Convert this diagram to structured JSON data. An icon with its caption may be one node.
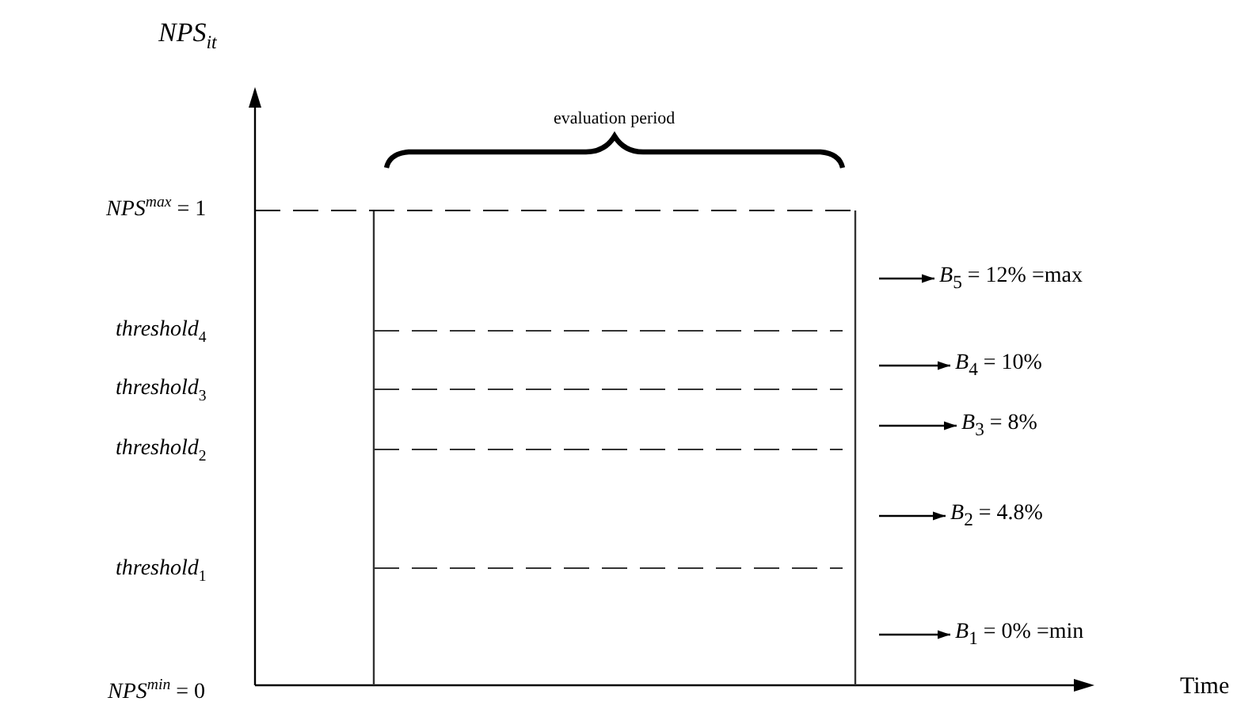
{
  "diagram": {
    "nodes": [
      {
        "text": [
          "*B*$_{5}$ = 12% =max"
        ]
      },
      {
        "text": [
          "*B*$_{4}$ = 10%"
        ]
      },
      {
        "text": [
          "*B*$_{3}$ = 8%"
        ]
      },
      {
        "text": [
          "*B*$_{2}$ = 4.8%"
        ]
      },
      {
        "text": [
          "*B*$_{1}$ = 0% =min"
        ]
      }
    ],
    "edges": [
      {
        "from": null,
        "to": 0,
        "arrow": "to"
      },
      {
        "from": null,
        "to": 1,
        "arrow": "to"
      },
      {
        "from": null,
        "to": 2,
        "arrow": "to"
      },
      {
        "from": null,
        "to": 3,
        "arrow": "to"
      },
      {
        "from": null,
        "to": 4,
        "arrow": "to"
      }
    ],
    "labels": [
      "NPS$_{it}$",
      "evaluation period",
      "*NPS*$^{max}$ = 1",
      "*threshold*$_{4}$",
      "*threshold*$_{3}$",
      "*threshold*$_{2}$",
      "*threshold*$_{1}$",
      "*NPS*$^{min}$ = 0",
      "Time"
    ]
  }
}
